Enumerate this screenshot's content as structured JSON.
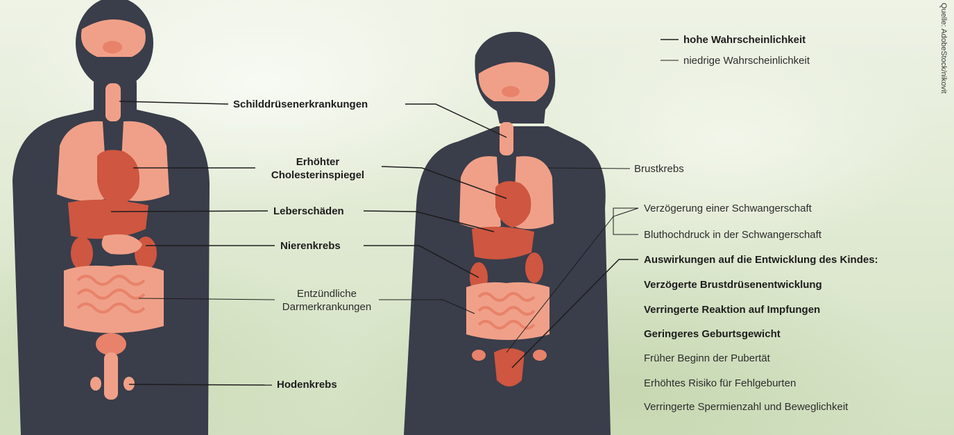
{
  "legend": {
    "high": "hohe Wahrscheinlichkeit",
    "low": "niedrige Wahrscheinlichkeit"
  },
  "male_labels": {
    "thyroid": "Schilddrüsenerkrankungen",
    "cholesterol_line1": "Erhöhter",
    "cholesterol_line2": "Cholesterinspiegel",
    "liver": "Leberschäden",
    "kidney": "Nierenkrebs",
    "bowel_line1": "Entzündliche",
    "bowel_line2": "Darmerkrankungen",
    "testicle": "Hodenkrebs"
  },
  "female_labels": {
    "breast": "Brustkrebs",
    "pregnancy_delay": "Verzögerung einer Schwangerschaft",
    "hypertension": "Bluthochdruck in der Schwangerschaft",
    "child_heading": "Auswirkungen auf die Entwicklung des Kindes:",
    "child_items": [
      {
        "text": "Verzögerte Brustdrüsenentwicklung",
        "level": "high"
      },
      {
        "text": "Verringerte Reaktion auf Impfungen",
        "level": "high"
      },
      {
        "text": "Geringeres Geburtsgewicht",
        "level": "high"
      },
      {
        "text": "Früher Beginn der Pubertät",
        "level": "low"
      },
      {
        "text": "Erhöhtes Risiko für Fehlgeburten",
        "level": "low"
      },
      {
        "text": "Verringerte Spermienzahl und Beweglichkeit",
        "level": "low"
      }
    ]
  },
  "credit": "Quelle: AdobeStock/nikovit",
  "colors": {
    "silhouette": "#3a3d4a",
    "organ_light": "#f0a088",
    "organ_mid": "#e8826a",
    "organ_dark": "#cf5640",
    "line": "#1d1d1d"
  }
}
